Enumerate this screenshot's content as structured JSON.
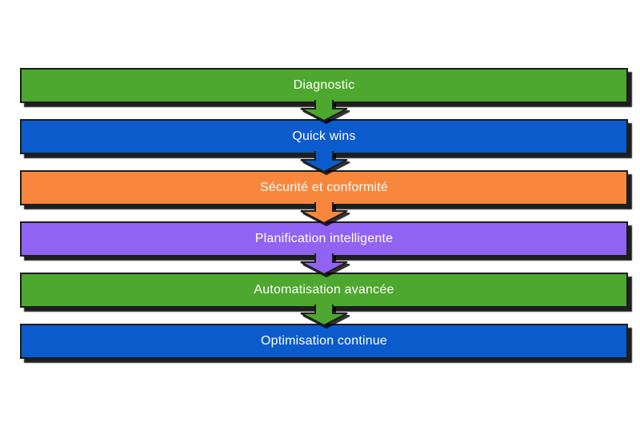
{
  "diagram": {
    "type": "vertical-process-flow",
    "direction": "top-to-bottom",
    "background": "#ffffff",
    "outline_color": "#1c1c1c",
    "shadow_color": "#000000",
    "text_color": "#ffffff",
    "steps": [
      {
        "label": "Diagnostic",
        "color": "#4EA72E"
      },
      {
        "label": "Quick wins",
        "color": "#0B5BCC"
      },
      {
        "label": "Sécurité et conformité",
        "color": "#F8873D"
      },
      {
        "label": "Planification intelligente",
        "color": "#9163F2"
      },
      {
        "label": "Automatisation avancée",
        "color": "#4EA72E"
      },
      {
        "label": "Optimisation continue",
        "color": "#0B5BCC"
      }
    ]
  }
}
